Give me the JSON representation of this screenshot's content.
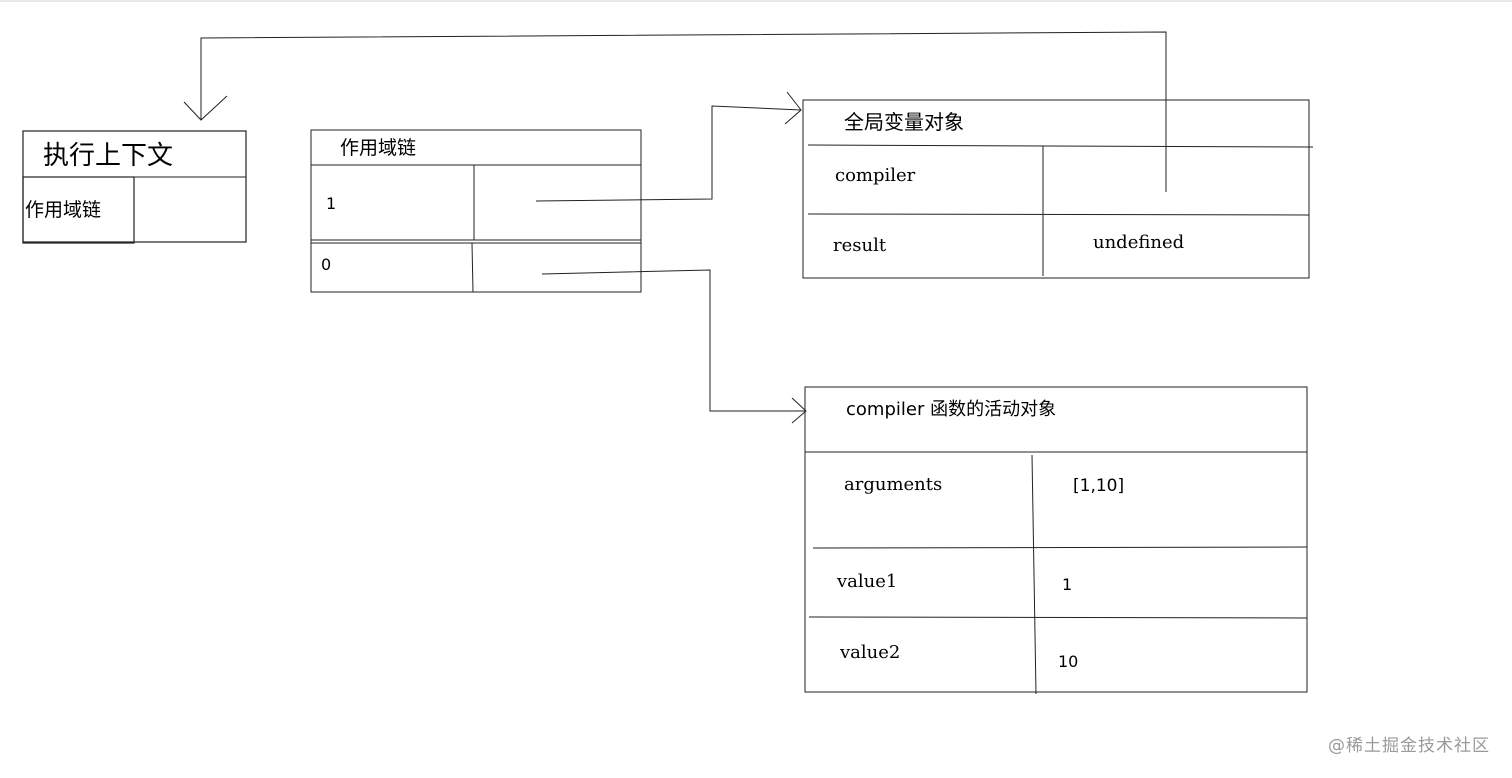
{
  "execution_context": {
    "title": "执行上下文",
    "scope_chain_label": "作用域链"
  },
  "scope_chain": {
    "title": "作用域链",
    "rows": [
      {
        "index": "1"
      },
      {
        "index": "0"
      }
    ]
  },
  "global_variable_object": {
    "title": "全局变量对象",
    "rows": [
      {
        "name": "compiler",
        "value": ""
      },
      {
        "name": "result",
        "value": "undefined"
      }
    ]
  },
  "compiler_activation_object": {
    "title": "compiler  函数的活动对象",
    "rows": [
      {
        "name": "arguments",
        "value": "[1,10]"
      },
      {
        "name": "value1",
        "value": "1"
      },
      {
        "name": "value2",
        "value": "10"
      }
    ]
  },
  "watermark": "@稀土掘金技术社区"
}
